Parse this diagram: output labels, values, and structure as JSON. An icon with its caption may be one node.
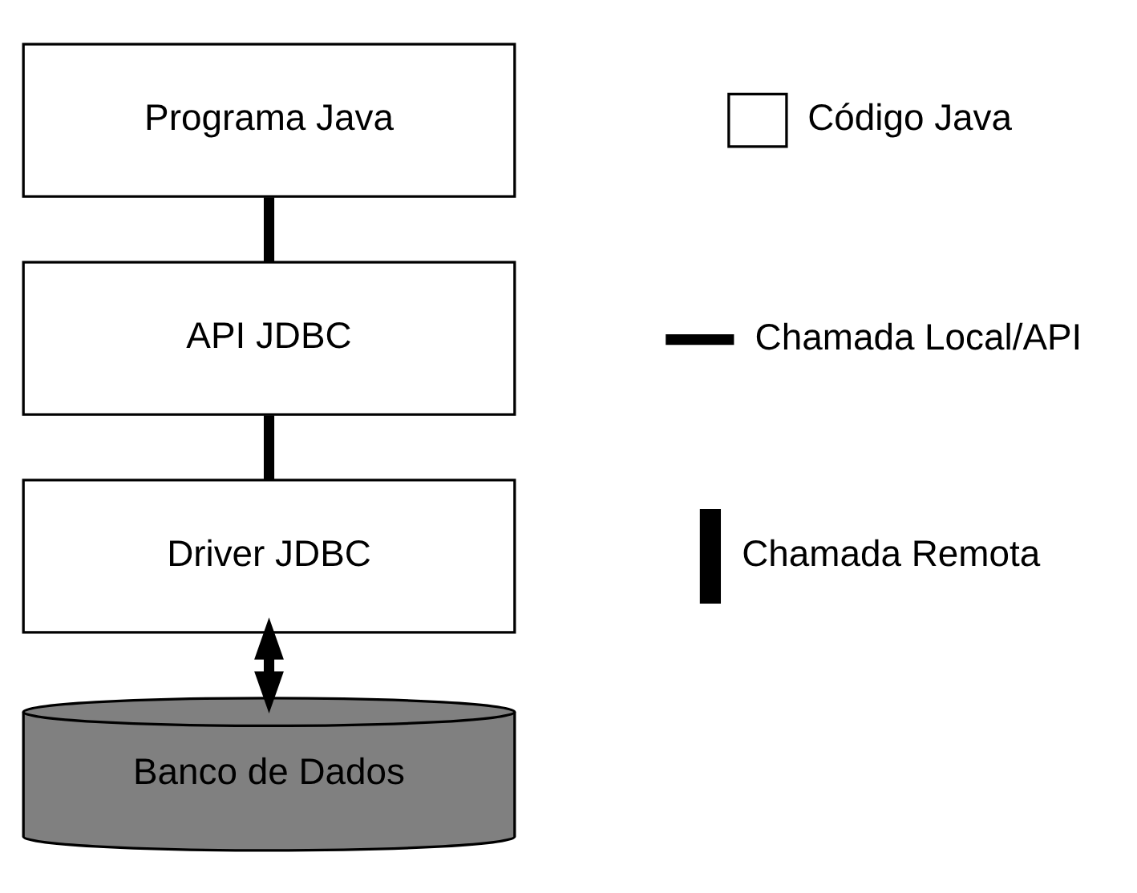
{
  "diagram": {
    "nodes": [
      {
        "text": [
          "Programa Java"
        ]
      },
      {
        "text": [
          "API JDBC"
        ]
      },
      {
        "text": [
          "Driver JDBC"
        ]
      },
      {
        "text": [
          "Banco de Dados"
        ]
      }
    ],
    "edges": [
      {
        "from": 0,
        "to": 1,
        "arrow": "none"
      },
      {
        "from": 1,
        "to": 2,
        "arrow": "none"
      },
      {
        "from": 2,
        "to": 3,
        "arrow": "both"
      }
    ],
    "legend": [
      {
        "text": "Código Java"
      },
      {
        "text": "Chamada Local/API"
      },
      {
        "text": "Chamada Remota"
      }
    ]
  }
}
